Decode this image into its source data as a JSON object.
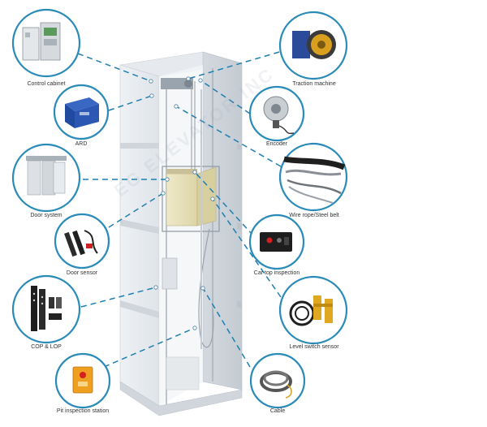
{
  "colors": {
    "ring": "#2a8bb8",
    "dash": "#1f7fb0",
    "shaft": "#d7dce2",
    "shaft_dark": "#b9c0c8",
    "car": "#e9e1b8"
  },
  "watermark": "EG ELEVATOR INC",
  "components": [
    {
      "id": "control-cabinet",
      "label": "Control cabinet",
      "icon": "control-cabinet-icon"
    },
    {
      "id": "ard",
      "label": "ARD",
      "icon": "ard-box-icon"
    },
    {
      "id": "door-system",
      "label": "Door system",
      "icon": "door-system-icon"
    },
    {
      "id": "door-sensor",
      "label": "Door sensor",
      "icon": "door-sensor-icon"
    },
    {
      "id": "cop-lop",
      "label": "COP & LOP",
      "icon": "cop-lop-panel-icon"
    },
    {
      "id": "pit-inspection-station",
      "label": "Pit inspection station",
      "icon": "pit-inspection-box-icon"
    },
    {
      "id": "traction-machine",
      "label": "Traction machine",
      "icon": "traction-machine-icon"
    },
    {
      "id": "encoder",
      "label": "Encoder",
      "icon": "encoder-icon"
    },
    {
      "id": "wire-rope-steel-belt",
      "label": "Wire rope/Steel belt",
      "icon": "wire-rope-icon"
    },
    {
      "id": "car-top-inspection",
      "label": "Car top inspection",
      "icon": "car-top-inspection-icon"
    },
    {
      "id": "level-switch-sensor",
      "label": "Level switch sensor",
      "icon": "level-switch-sensor-icon"
    },
    {
      "id": "cable",
      "label": "Cable",
      "icon": "cable-coil-icon"
    }
  ]
}
